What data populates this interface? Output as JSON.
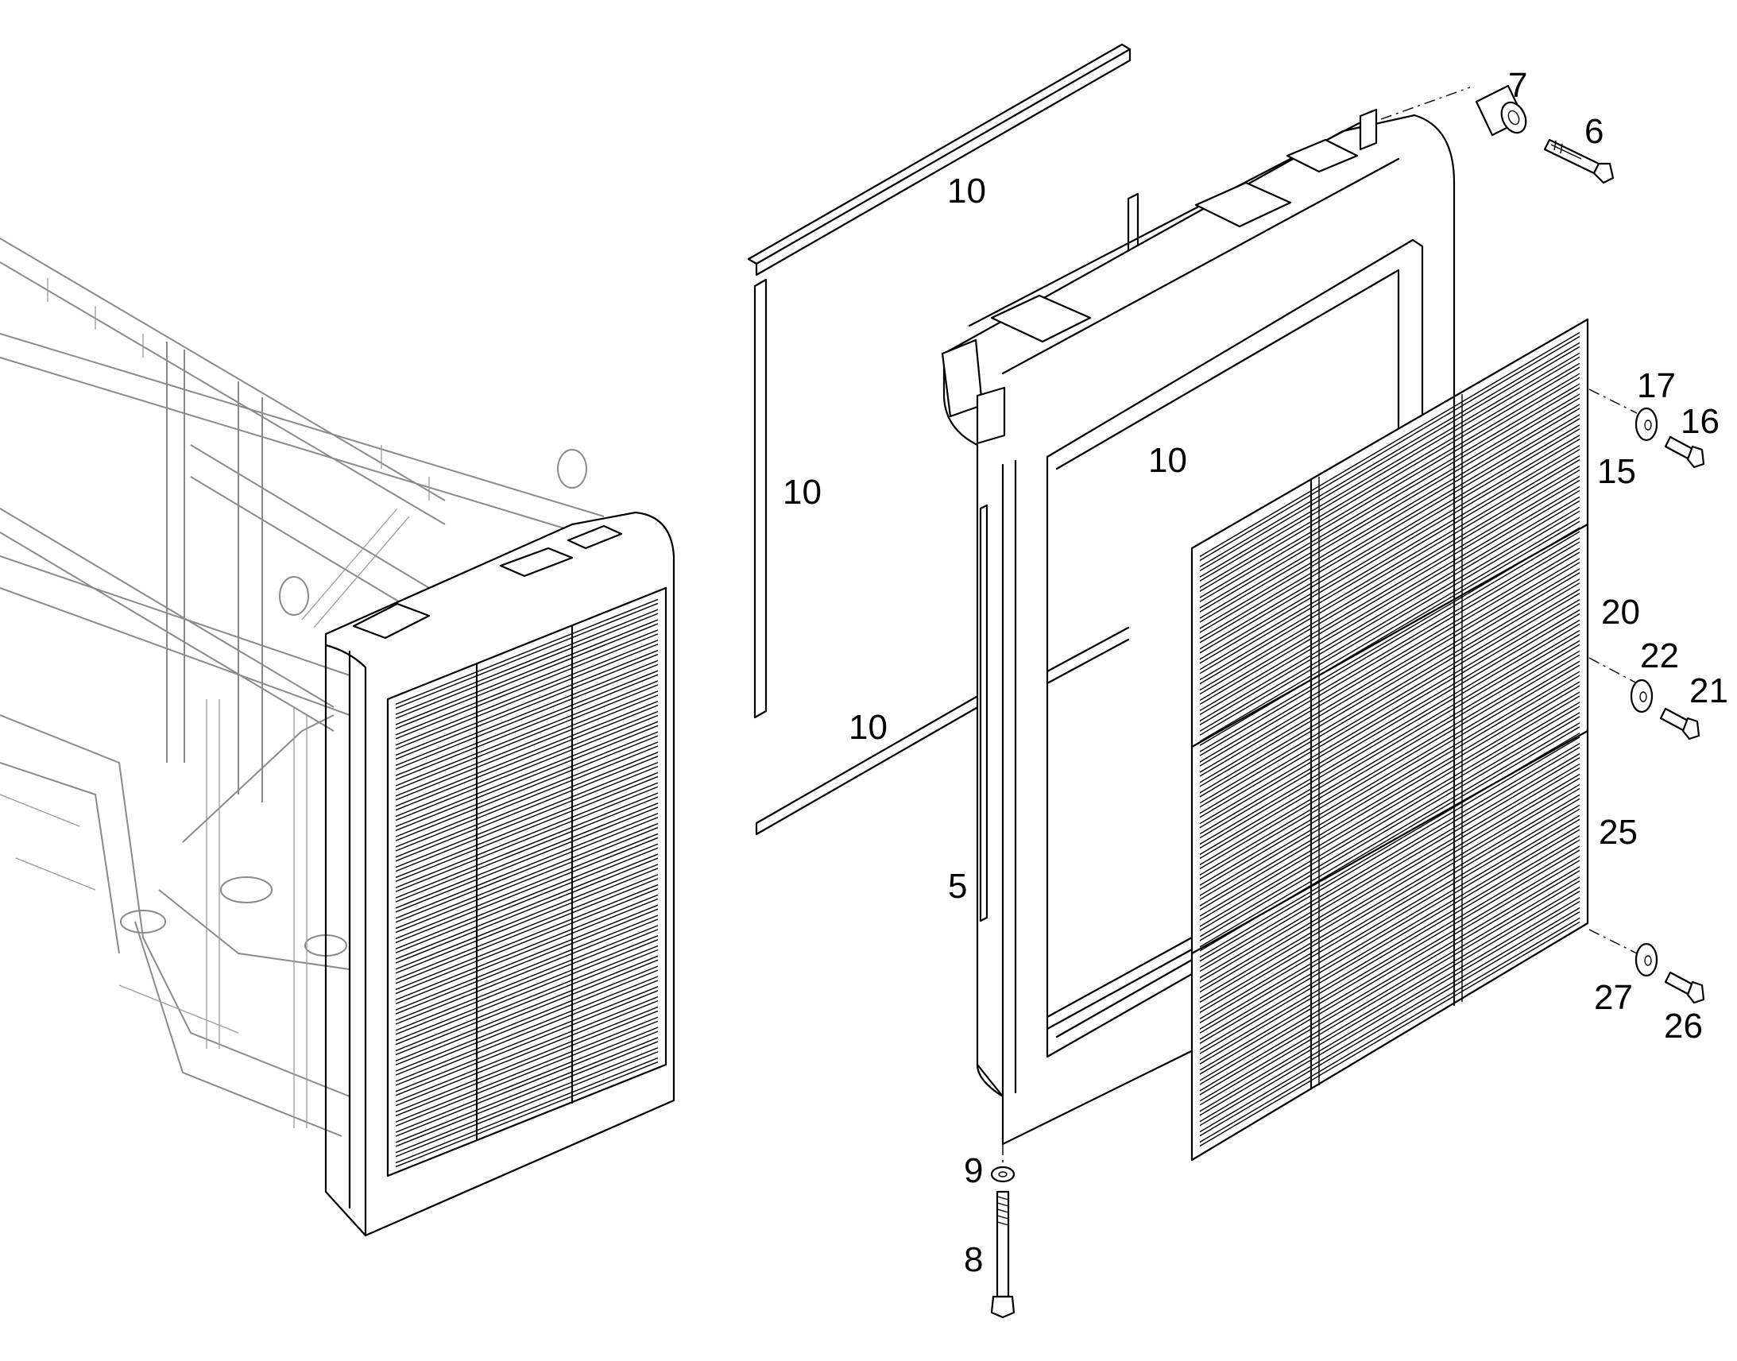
{
  "diagram": {
    "callouts": {
      "c5": "5",
      "c6": "6",
      "c7": "7",
      "c8": "8",
      "c9": "9",
      "c10a": "10",
      "c10b": "10",
      "c10c": "10",
      "c10d": "10",
      "c15": "15",
      "c16": "16",
      "c17": "17",
      "c20": "20",
      "c21": "21",
      "c22": "22",
      "c25": "25",
      "c26": "26",
      "c27": "27"
    }
  }
}
